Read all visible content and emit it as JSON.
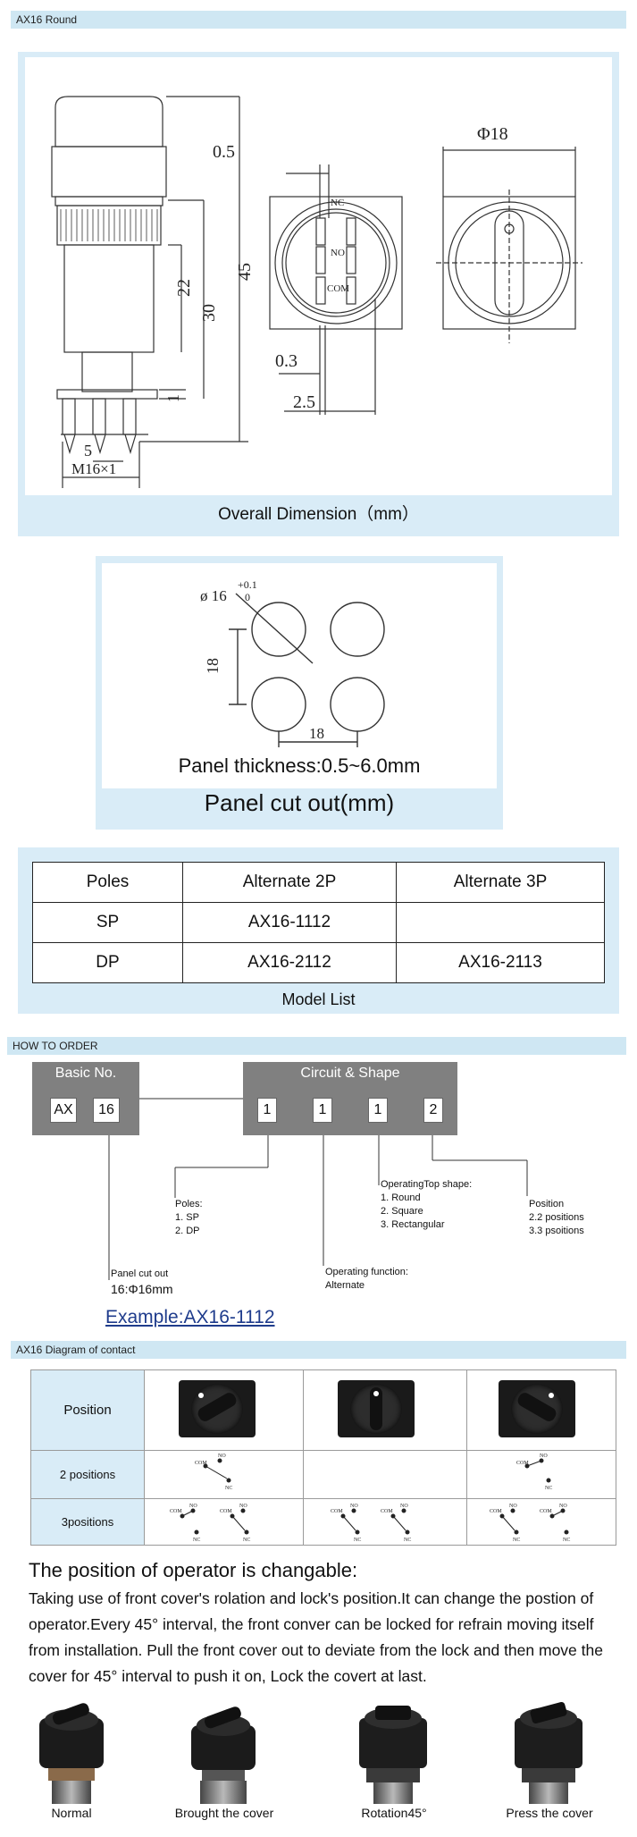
{
  "header": {
    "title": "AX16   Round"
  },
  "overall": {
    "caption": "Overall  Dimension（mm）",
    "dims": {
      "d05": "0.5",
      "phi18": "Φ18",
      "d22": "22",
      "d30": "30",
      "d45": "45",
      "d1": "1",
      "d03": "0.3",
      "d25": "2.5",
      "d5": "5",
      "thread": "M16×1",
      "nc": "NC",
      "no": "NO",
      "com": "COM"
    }
  },
  "cutout": {
    "caption": "Panel cut out(mm)",
    "thickness": "Panel thickness:0.5~6.0mm",
    "dia": "ø 16",
    "tol_plus": "+0.1",
    "tol_zero": "0",
    "pitch_v": "18",
    "pitch_h": "18"
  },
  "model_list": {
    "caption": "Model List",
    "headers": [
      "Poles",
      "Alternate 2P",
      "Alternate 3P"
    ],
    "rows": [
      [
        "SP",
        "AX16-1112",
        ""
      ],
      [
        "DP",
        "AX16-2112",
        "AX16-2113"
      ]
    ]
  },
  "how_to_order": {
    "title": "HOW TO ORDER",
    "basic_no": "Basic No.",
    "basic_cells": [
      "AX",
      "16"
    ],
    "circuit_shape": "Circuit  & Shape",
    "circuit_cells": [
      "1",
      "1",
      "1",
      "2"
    ],
    "poles": [
      "Poles:",
      "1. SP",
      "2. DP"
    ],
    "top_shape": [
      "OperatingTop shape:",
      "1. Round",
      "2. Square",
      "3. Rectangular"
    ],
    "position": [
      "Position",
      "2.2 positions",
      "3.3 psoitions"
    ],
    "panel_cut": [
      "Panel cut out",
      "16:Φ16mm"
    ],
    "function": [
      "Operating function:",
      "Alternate"
    ],
    "example": "Example:AX16-1112"
  },
  "contact": {
    "title": "AX16   Diagram of contact",
    "rows": [
      "Position",
      "2 positions",
      "3positions"
    ],
    "labels": {
      "com": "COM",
      "no": "NO",
      "nc": "NC"
    }
  },
  "operator": {
    "heading": "The position of operator is changable:",
    "paragraph": "Taking use of front cover's rolation and lock's position.It can change the postion of operator.Every 45°  interval, the front conver can be locked for refrain moving itself from installation. Pull the front cover out to deviate from the lock and then move the cover for 45°  interval to push it on, Lock the covert at last.",
    "photos": [
      "Normal",
      "Brought the cover",
      "Rotation45°",
      "Press the  cover"
    ]
  },
  "colors": {
    "bar": "#cfe7f3",
    "panel": "#d9ecf7",
    "box_gray": "#808080",
    "example_blue": "#1f3c8c"
  }
}
